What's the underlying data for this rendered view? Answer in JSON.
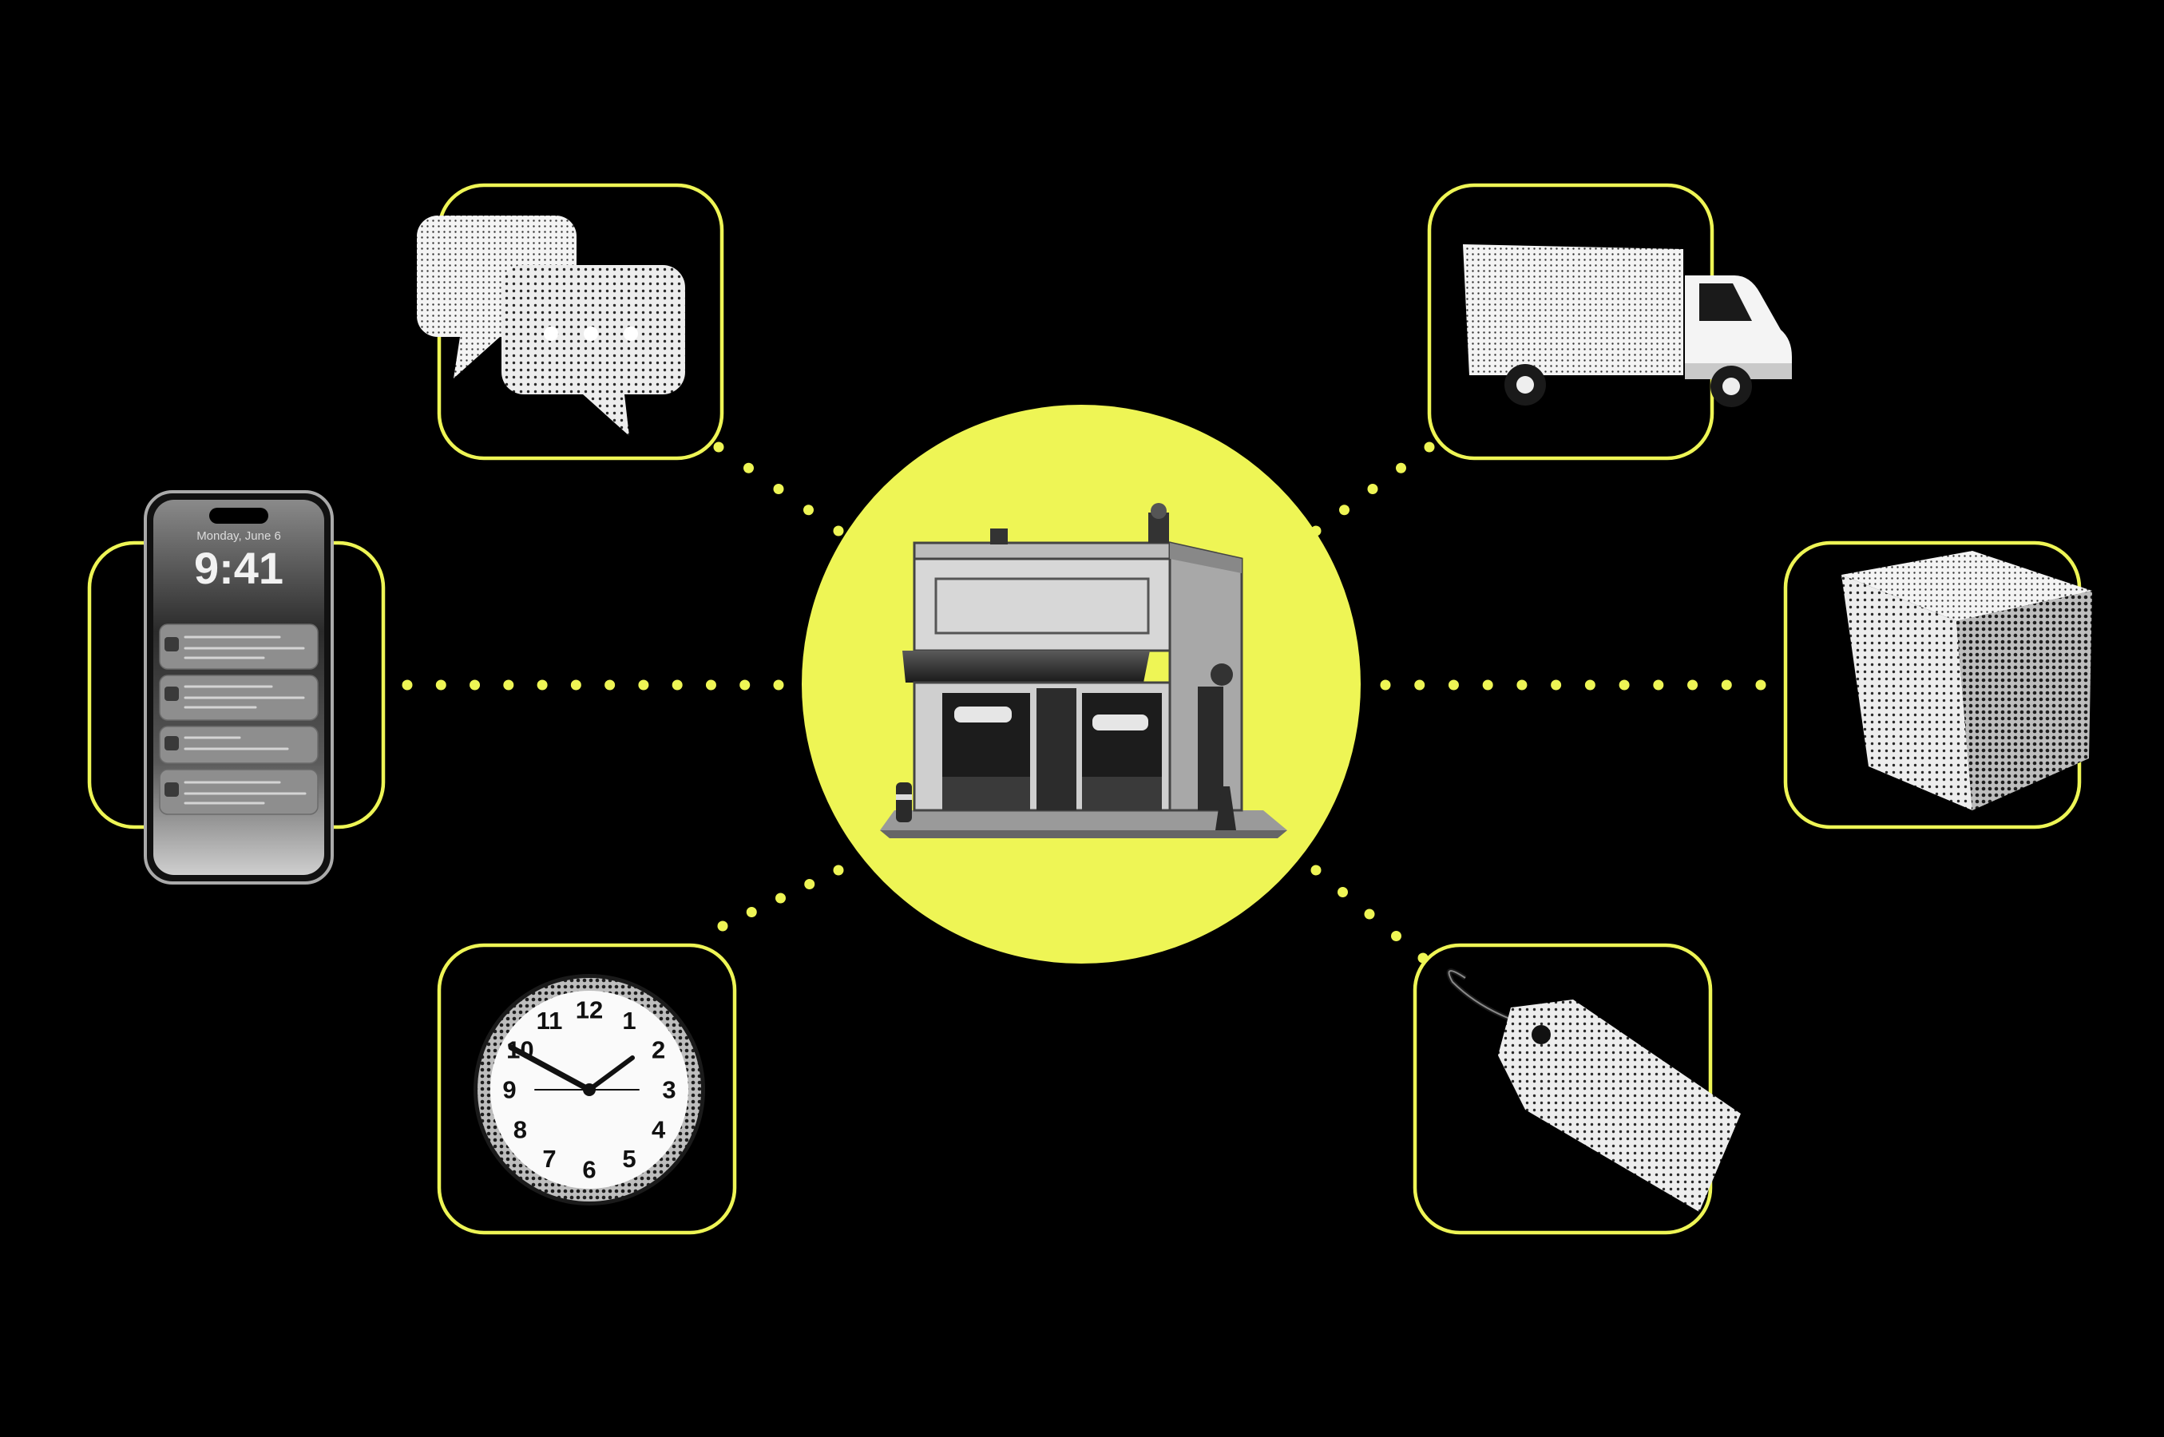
{
  "colors": {
    "background": "#000000",
    "accent": "#EEF555",
    "glyph_light": "#F2F2F2",
    "glyph_mid": "#BDBDBD",
    "glyph_dark": "#1A1A1A"
  },
  "center": {
    "icon": "storefront-icon"
  },
  "nodes": [
    {
      "id": "chat",
      "icon": "chat-bubbles-icon"
    },
    {
      "id": "phone",
      "icon": "smartphone-notifications-icon"
    },
    {
      "id": "clock",
      "icon": "wall-clock-icon"
    },
    {
      "id": "truck",
      "icon": "delivery-truck-icon"
    },
    {
      "id": "box",
      "icon": "package-box-icon"
    },
    {
      "id": "tag",
      "icon": "price-tag-icon"
    }
  ],
  "phone": {
    "date": "Monday, June 6",
    "time": "9:41"
  },
  "clock": {
    "numerals": [
      "12",
      "1",
      "2",
      "3",
      "4",
      "5",
      "6",
      "7",
      "8",
      "9",
      "10",
      "11"
    ]
  }
}
